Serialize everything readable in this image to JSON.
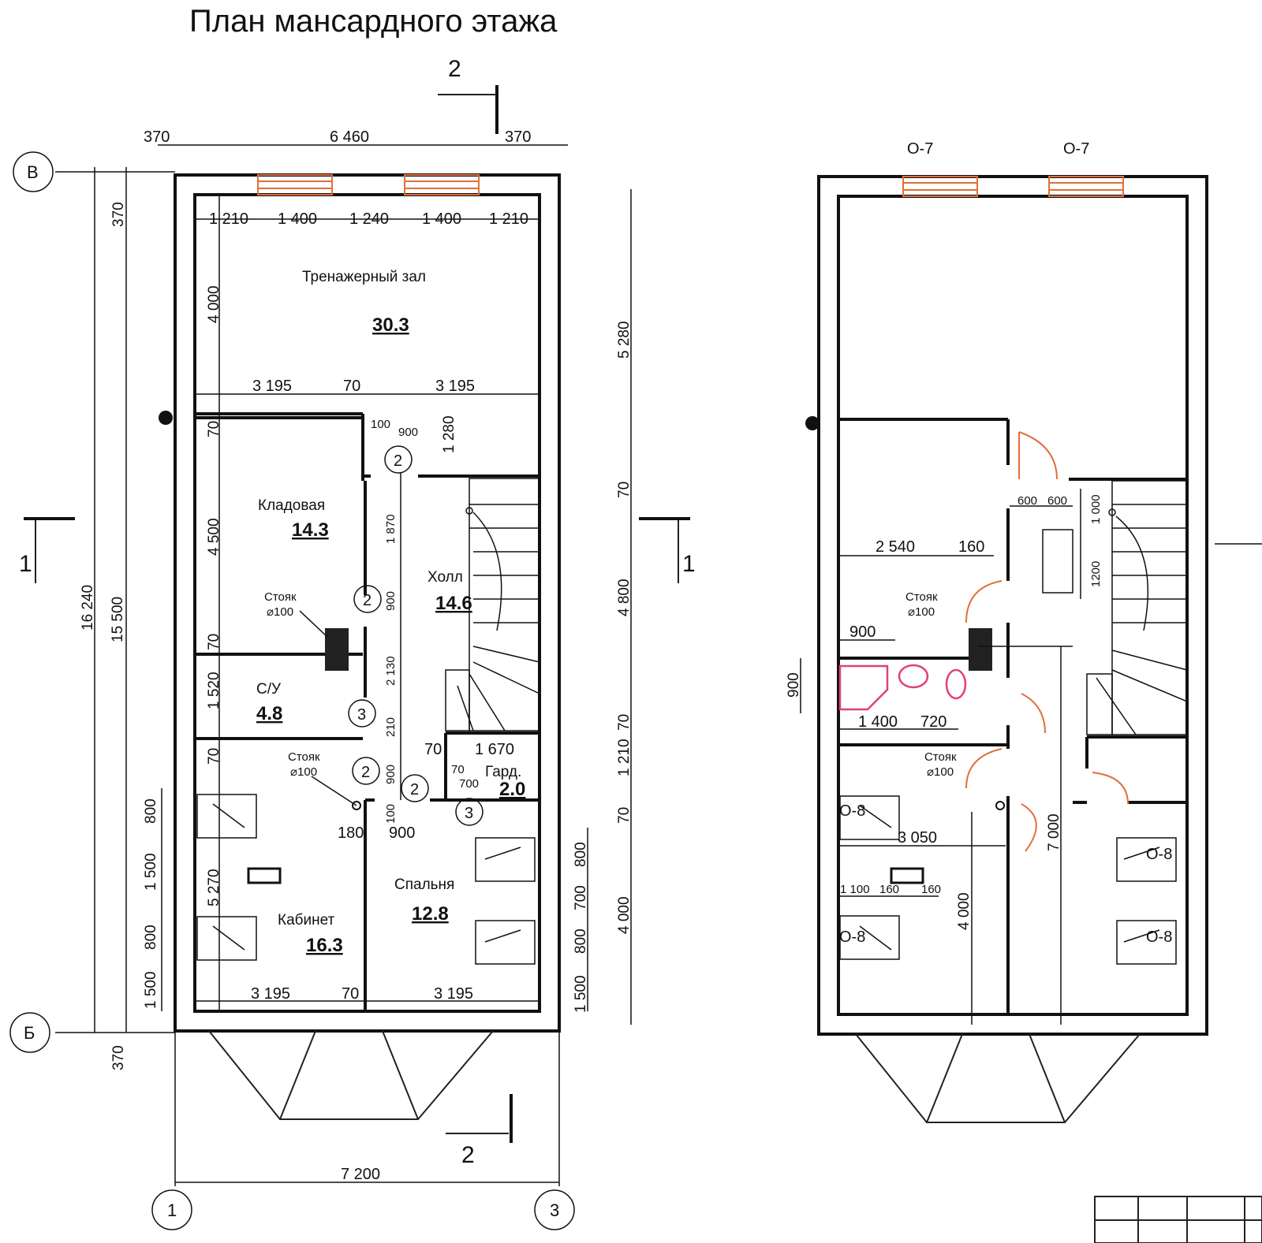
{
  "title": "План мансардного этажа",
  "section_marks": {
    "s2": "2",
    "s1": "1"
  },
  "axes": {
    "v": "В",
    "b": "Б",
    "a1": "1",
    "a3": "3"
  },
  "overall": {
    "top_left": "370",
    "top_mid": "6 460",
    "top_right": "370",
    "bottom": "7 200",
    "left_total": "16 240",
    "left_inner": "15 500",
    "left_top": "370",
    "left_bottom": "370"
  },
  "top_windows": [
    "1 210",
    "1 400",
    "1 240",
    "1 400",
    "1 210"
  ],
  "right_dims": [
    "5 280",
    "70",
    "4 800",
    "70",
    "1 210",
    "70",
    "4 000"
  ],
  "left_dims": [
    "4 000",
    "70",
    "4 500",
    "70",
    "1 520",
    "70",
    "5 270"
  ],
  "left_window_dims": [
    "800",
    "1 500",
    "800",
    "1 500"
  ],
  "misc_dims": {
    "gym_split": [
      "3 195",
      "70",
      "3 195"
    ],
    "door_top": [
      "100",
      "900",
      "1 280"
    ],
    "hall_v": [
      "1 870",
      "900",
      "2 130",
      "210",
      "900",
      "100"
    ],
    "gard": [
      "70",
      "1 670",
      "70",
      "700"
    ],
    "bed_door": [
      "180",
      "900"
    ],
    "bottom_split": [
      "3 195",
      "70",
      "3 195"
    ],
    "bed_windows": [
      "800",
      "700",
      "800",
      "1 500"
    ]
  },
  "rooms": [
    {
      "name": "Тренажерный зал",
      "area": "30.3"
    },
    {
      "name": "Кладовая",
      "area": "14.3"
    },
    {
      "name": "Холл",
      "area": "14.6"
    },
    {
      "name": "С/У",
      "area": "4.8"
    },
    {
      "name": "Гард.",
      "area": "2.0"
    },
    {
      "name": "Кабинет",
      "area": "16.3"
    },
    {
      "name": "Спальня",
      "area": "12.8"
    }
  ],
  "riser": {
    "label": "Стояк",
    "dia": "⌀100"
  },
  "door_tags": [
    "2",
    "2",
    "2",
    "2",
    "3",
    "3"
  ],
  "right_plan": {
    "window_marks": [
      "О-7",
      "О-7"
    ],
    "window_marks_bottom": [
      "О-8",
      "О-8",
      "О-8",
      "О-8"
    ],
    "dims": {
      "stair": [
        "600",
        "600",
        "1 000",
        "1200"
      ],
      "bath": [
        "2 540",
        "160",
        "900",
        "900",
        "1 400",
        "720"
      ],
      "office": [
        "3 050",
        "1 100",
        "160",
        "160",
        "4 000",
        "7 000"
      ]
    }
  },
  "colors": {
    "window": "#e0703a",
    "fixture": "#e0407a",
    "line": "#111111"
  }
}
